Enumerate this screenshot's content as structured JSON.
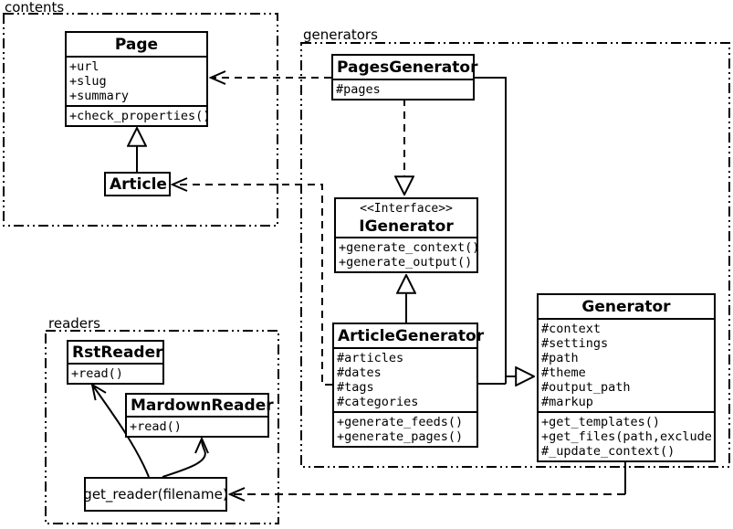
{
  "packages": {
    "contents": {
      "label": "contents"
    },
    "generators": {
      "label": "generators"
    },
    "readers": {
      "label": "readers"
    }
  },
  "classes": {
    "page": {
      "title": "Page",
      "attrs": [
        "+url",
        "+slug",
        "+summary"
      ],
      "methods": [
        "+check_properties()"
      ]
    },
    "article": {
      "title": "Article"
    },
    "pages_generator": {
      "title": "PagesGenerator",
      "attrs": [
        "#pages"
      ]
    },
    "igenerator": {
      "stereotype": "<<Interface>>",
      "title": "IGenerator",
      "methods": [
        "+generate_context()",
        "+generate_output()"
      ]
    },
    "article_generator": {
      "title": "ArticleGenerator",
      "attrs": [
        "#articles",
        "#dates",
        "#tags",
        "#categories"
      ],
      "methods": [
        "+generate_feeds()",
        "+generate_pages()"
      ]
    },
    "generator": {
      "title": "Generator",
      "attrs": [
        "#context",
        "#settings",
        "#path",
        "#theme",
        "#output_path",
        "#markup"
      ],
      "methods": [
        "+get_templates()",
        "+get_files(path,exclude)",
        "#_update_context()"
      ]
    },
    "rst_reader": {
      "title": "RstReader",
      "methods": [
        "+read()"
      ]
    },
    "mardown_reader": {
      "title": "MardownReader",
      "methods": [
        "+read()"
      ]
    },
    "get_reader": {
      "title": "get_reader(filename)"
    }
  },
  "colors": {
    "line": "#000000",
    "background": "#ffffff",
    "box_fill": "#ffffff"
  }
}
